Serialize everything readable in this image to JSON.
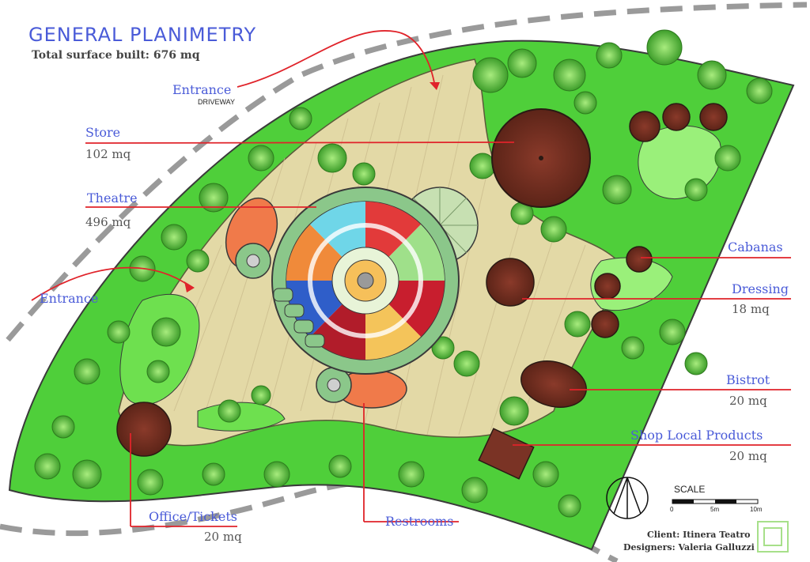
{
  "title": "GENERAL PLANIMETRY",
  "subtitle": "Total surface built: 676 mq",
  "entrances": {
    "driveway_label": "Entrance",
    "driveway_sub": "DRIVEWAY",
    "main_label": "Entrance"
  },
  "zones": {
    "store": {
      "name": "Store",
      "area": "102 mq"
    },
    "theatre": {
      "name": "Theatre",
      "area": "496 mq"
    },
    "cabanas": {
      "name": "Cabanas"
    },
    "dressing": {
      "name": "Dressing",
      "area": "18 mq"
    },
    "bistrot": {
      "name": "Bistrot",
      "area": "20 mq"
    },
    "shop": {
      "name": "Shop Local Products",
      "area": "20 mq"
    },
    "office": {
      "name": "Office/Tickets",
      "area": "20 mq"
    },
    "restrooms": {
      "name": "Restrooms"
    }
  },
  "scale": {
    "label": "SCALE",
    "ticks": [
      "0",
      "5m",
      "10m"
    ]
  },
  "credits": {
    "client": "Client: Itinera Teatro",
    "designers": "Designers: Valeria Galluzzi"
  },
  "colors": {
    "accent_text": "#4a5bd8",
    "leader_line": "#e0232a",
    "building": "#7a3325",
    "lawn": "#57d63c",
    "path": "#e3d9a6"
  }
}
